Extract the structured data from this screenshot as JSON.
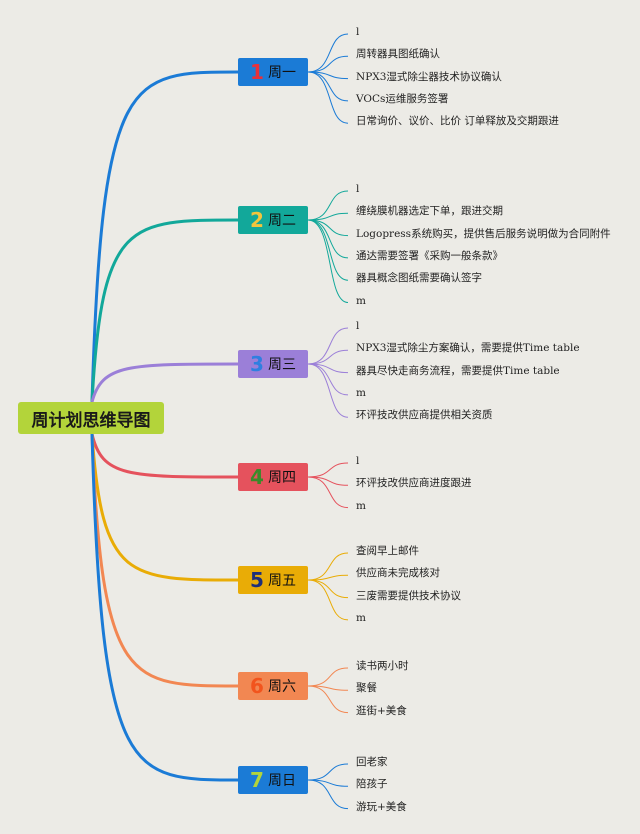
{
  "root": {
    "label": "周计划思维导图",
    "color": "#b3d43a"
  },
  "branches": [
    {
      "num": "1",
      "label": "周一",
      "color": "#1b7bd6",
      "num_color": "#e8303a",
      "items": [
        "l",
        "周转器具图纸确认",
        "NPX3湿式除尘器技术协议确认",
        "VOCs运维服务签署",
        "日常询价、议价、比价 订单释放及交期跟进"
      ]
    },
    {
      "num": "2",
      "label": "周二",
      "color": "#12a89a",
      "num_color": "#f2c53d",
      "items": [
        "l",
        "缠绕膜机器选定下单，跟进交期",
        "Logopress系统购买，提供售后服务说明做为合同附件",
        "通达需要签署《采购一般条款》",
        "器具概念图纸需要确认签字",
        "m"
      ]
    },
    {
      "num": "3",
      "label": "周三",
      "color": "#9b7fd8",
      "num_color": "#2f7fe0",
      "items": [
        "l",
        "NPX3湿式除尘方案确认，需要提供Time table",
        "器具尽快走商务流程，需要提供Time table",
        "m",
        "环评技改供应商提供相关资质"
      ]
    },
    {
      "num": "4",
      "label": "周四",
      "color": "#e5525d",
      "num_color": "#3a8a2a",
      "items": [
        "l",
        "环评技改供应商进度跟进",
        "m"
      ]
    },
    {
      "num": "5",
      "label": "周五",
      "color": "#e9ac06",
      "num_color": "#1d2f7a",
      "items": [
        "查阅早上邮件",
        "供应商未完成核对",
        "三废需要提供技术协议",
        "m"
      ]
    },
    {
      "num": "6",
      "label": "周六",
      "color": "#f28752",
      "num_color": "#f2541d",
      "items": [
        "读书两小时",
        "聚餐",
        "逛街+美食"
      ]
    },
    {
      "num": "7",
      "label": "周日",
      "color": "#1b7bd6",
      "num_color": "#b3d43a",
      "items": [
        "回老家",
        "陪孩子",
        "游玩+美食"
      ]
    }
  ]
}
